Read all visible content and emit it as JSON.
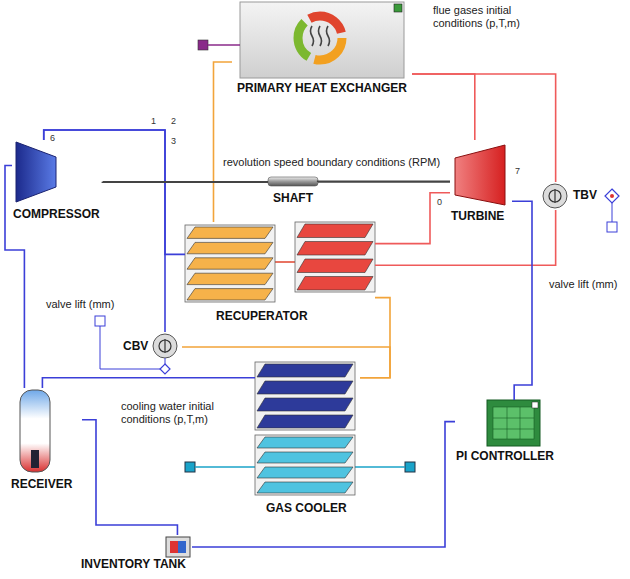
{
  "diagram": {
    "nodes": [
      {
        "text": [
          "PRIMARY HEAT EXCHANGER"
        ]
      },
      {
        "text": [
          "COMPRESSOR"
        ]
      },
      {
        "text": [
          "SHAFT"
        ]
      },
      {
        "text": [
          "TURBINE"
        ]
      },
      {
        "text": [
          "TBV"
        ]
      },
      {
        "text": [
          "RECUPERATOR"
        ]
      },
      {
        "text": [
          "CBV"
        ]
      },
      {
        "text": [
          "RECEIVER"
        ]
      },
      {
        "text": [
          "GAS COOLER"
        ]
      },
      {
        "text": [
          "PI CONTROLLER"
        ]
      },
      {
        "text": [
          "INVENTORY TANK"
        ]
      }
    ],
    "edges": [
      {
        "from": 1,
        "to": 5,
        "arrow": "none"
      },
      {
        "from": 5,
        "to": 0,
        "arrow": "none"
      },
      {
        "from": 0,
        "to": 3,
        "arrow": "none"
      },
      {
        "from": 3,
        "to": 5,
        "arrow": "none"
      },
      {
        "from": 0,
        "to": 4,
        "arrow": "none"
      },
      {
        "from": 4,
        "to": 5,
        "arrow": "none"
      },
      {
        "from": 1,
        "to": 6,
        "arrow": "none"
      },
      {
        "from": 6,
        "to": 8,
        "arrow": "none"
      },
      {
        "from": 5,
        "to": 8,
        "arrow": "none"
      },
      {
        "from": 8,
        "to": 7,
        "arrow": "none"
      },
      {
        "from": 7,
        "to": 1,
        "arrow": "none"
      },
      {
        "from": 1,
        "to": 2,
        "arrow": "none"
      },
      {
        "from": 2,
        "to": 3,
        "arrow": "none"
      },
      {
        "from": 3,
        "to": 9,
        "arrow": "none"
      },
      {
        "from": 9,
        "to": 10,
        "arrow": "none"
      },
      {
        "from": 10,
        "to": 7,
        "arrow": "none"
      }
    ],
    "labels": [
      "flue gases initial conditions (p,T,m)",
      "revolution speed boundary conditions (RPM)",
      "valve lift (mm)",
      "valve lift (mm)",
      "cooling water initial conditions (p,T,m)",
      "6",
      "1",
      "2",
      "3",
      "7",
      "0"
    ]
  }
}
